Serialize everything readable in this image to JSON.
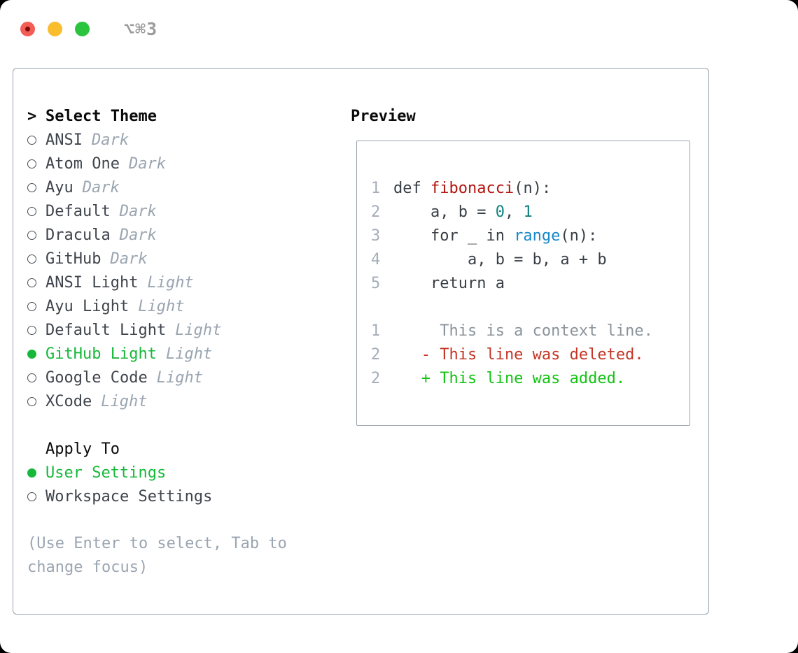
{
  "titlebar": {
    "shortcut": "⌥⌘3",
    "traffic_colors": {
      "close": "#f45d55",
      "minimize": "#f9bd2e",
      "zoom": "#2bc43e"
    }
  },
  "colors": {
    "accent_green": "#17b83a",
    "muted": "#9aa5b1",
    "item_text": "#3f444c",
    "panel_border": "#9aa4ae",
    "code_function_red": "#b2140e",
    "code_builtin_blue": "#1787c9",
    "code_number_teal": "#0e8181",
    "diff_deleted_red": "#c43524",
    "diff_added_green": "#13c313"
  },
  "theme_picker": {
    "prompt": ">",
    "title": "Select Theme",
    "items": [
      {
        "name": "ANSI",
        "tag": "Dark",
        "selected": false
      },
      {
        "name": "Atom One",
        "tag": "Dark",
        "selected": false
      },
      {
        "name": "Ayu",
        "tag": "Dark",
        "selected": false
      },
      {
        "name": "Default",
        "tag": "Dark",
        "selected": false
      },
      {
        "name": "Dracula",
        "tag": "Dark",
        "selected": false
      },
      {
        "name": "GitHub",
        "tag": "Dark",
        "selected": false
      },
      {
        "name": "ANSI Light",
        "tag": "Light",
        "selected": false
      },
      {
        "name": "Ayu Light",
        "tag": "Light",
        "selected": false
      },
      {
        "name": "Default Light",
        "tag": "Light",
        "selected": false
      },
      {
        "name": "GitHub Light",
        "tag": "Light",
        "selected": true
      },
      {
        "name": "Google Code",
        "tag": "Light",
        "selected": false
      },
      {
        "name": "XCode",
        "tag": "Light",
        "selected": false
      }
    ],
    "apply_to": {
      "title": "Apply To",
      "options": [
        {
          "name": "User Settings",
          "selected": true
        },
        {
          "name": "Workspace Settings",
          "selected": false
        }
      ]
    },
    "hint_line1": "(Use Enter to select, Tab to",
    "hint_line2": "change focus)"
  },
  "preview": {
    "title": "Preview",
    "code_rows": [
      {
        "ln": "1",
        "s1": "def ",
        "s2": "fibonacci",
        "s3": "(n):"
      },
      {
        "ln": "2",
        "s1": "    a, b = ",
        "s2": "0",
        "s3": ", ",
        "s4": "1"
      },
      {
        "ln": "3",
        "s1": "    for _ in ",
        "s2": "range",
        "s3": "(n):"
      },
      {
        "ln": "4",
        "s1": "        a, b = b, a + b"
      },
      {
        "ln": "5",
        "s1": "    return a"
      }
    ],
    "diff_rows": [
      {
        "ln": "1",
        "kind": "context",
        "text": "     This is a context line."
      },
      {
        "ln": "2",
        "kind": "deleted",
        "text": "   - This line was deleted."
      },
      {
        "ln": "2",
        "kind": "added",
        "text": "   + This line was added."
      }
    ]
  }
}
